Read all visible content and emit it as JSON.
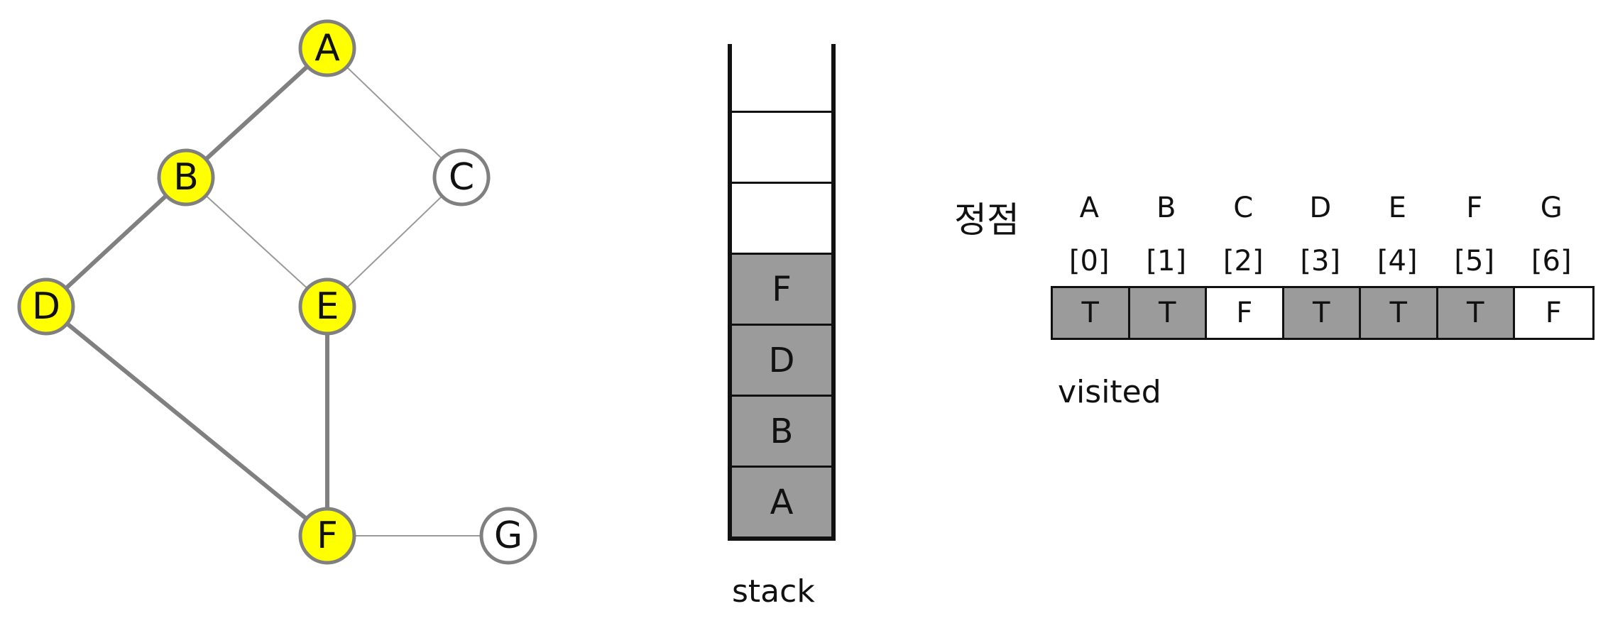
{
  "graph": {
    "nodes": [
      {
        "id": "A",
        "label": "A",
        "visited": true
      },
      {
        "id": "B",
        "label": "B",
        "visited": true
      },
      {
        "id": "C",
        "label": "C",
        "visited": false
      },
      {
        "id": "D",
        "label": "D",
        "visited": true
      },
      {
        "id": "E",
        "label": "E",
        "visited": true
      },
      {
        "id": "F",
        "label": "F",
        "visited": true
      },
      {
        "id": "G",
        "label": "G",
        "visited": false
      }
    ],
    "edges": [
      {
        "from": "A",
        "to": "B",
        "traversed": true
      },
      {
        "from": "A",
        "to": "C",
        "traversed": false
      },
      {
        "from": "B",
        "to": "D",
        "traversed": true
      },
      {
        "from": "B",
        "to": "E",
        "traversed": false
      },
      {
        "from": "C",
        "to": "E",
        "traversed": false
      },
      {
        "from": "D",
        "to": "F",
        "traversed": true
      },
      {
        "from": "E",
        "to": "F",
        "traversed": true
      },
      {
        "from": "F",
        "to": "G",
        "traversed": false
      }
    ],
    "colors": {
      "visited_fill": "#ffff00",
      "unvisited_fill": "#ffffff",
      "node_stroke": "#808080",
      "traversed_edge": "#808080",
      "untraversed_edge": "#9a9a9a"
    }
  },
  "stack": {
    "caption": "stack",
    "items_top_to_bottom": [
      "",
      "",
      "F",
      "D",
      "B",
      "A"
    ],
    "filled_color": "#9b9b9b"
  },
  "visited_table": {
    "heading": "정점",
    "vertices": [
      "A",
      "B",
      "C",
      "D",
      "E",
      "F",
      "G"
    ],
    "indices": [
      "[0]",
      "[1]",
      "[2]",
      "[3]",
      "[4]",
      "[5]",
      "[6]"
    ],
    "values": [
      "T",
      "T",
      "F",
      "T",
      "T",
      "T",
      "F"
    ],
    "caption": "visited",
    "true_color": "#9b9b9b"
  }
}
